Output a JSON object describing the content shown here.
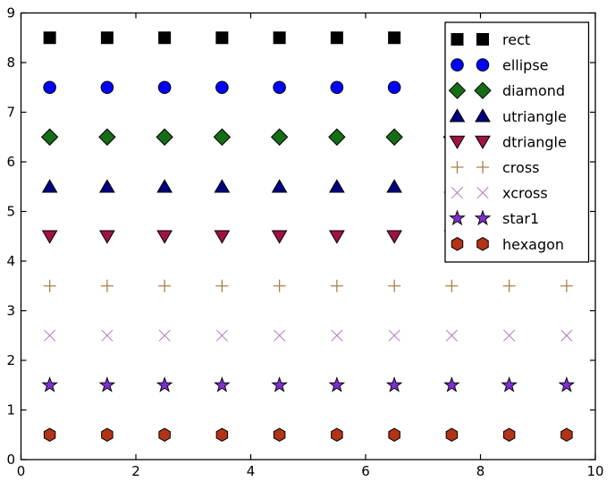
{
  "chart_data": {
    "type": "scatter",
    "title": "",
    "xlabel": "",
    "ylabel": "",
    "xlim": [
      0,
      10
    ],
    "ylim": [
      0,
      9
    ],
    "grid": false,
    "background": "#ffffff",
    "axis_color": "#000000",
    "x_ticks": [
      0,
      2,
      4,
      6,
      8,
      10
    ],
    "x_tick_labels": [
      "0",
      "2",
      "4",
      "6",
      "8",
      "10"
    ],
    "y_ticks": [
      0,
      1,
      2,
      3,
      4,
      5,
      6,
      7,
      8,
      9
    ],
    "y_tick_labels": [
      "0",
      "1",
      "2",
      "3",
      "4",
      "5",
      "6",
      "7",
      "8",
      "9"
    ],
    "x": [
      0.5,
      1.5,
      2.5,
      3.5,
      4.5,
      5.5,
      6.5,
      7.5,
      8.5,
      9.5
    ],
    "series": [
      {
        "name": "rect",
        "marker": "rect",
        "y": 8.5,
        "color": "#000000"
      },
      {
        "name": "ellipse",
        "marker": "ellipse",
        "y": 7.5,
        "color": "#0000ff"
      },
      {
        "name": "diamond",
        "marker": "diamond",
        "y": 6.5,
        "color": "#156d15"
      },
      {
        "name": "utriangle",
        "marker": "utriangle",
        "y": 5.5,
        "color": "#000080"
      },
      {
        "name": "dtriangle",
        "marker": "dtriangle",
        "y": 4.5,
        "color": "#a01245"
      },
      {
        "name": "cross",
        "marker": "cross",
        "y": 3.5,
        "color": "#a8814c"
      },
      {
        "name": "xcross",
        "marker": "xcross",
        "y": 2.5,
        "color": "#b274c2"
      },
      {
        "name": "star1",
        "marker": "star1",
        "y": 1.5,
        "color": "#7d2fd0"
      },
      {
        "name": "hexagon",
        "marker": "hexagon",
        "y": 0.5,
        "color": "#b23315"
      }
    ],
    "legend": {
      "position": "upper right",
      "markers_per_entry": 2,
      "entries": [
        "rect",
        "ellipse",
        "diamond",
        "utriangle",
        "dtriangle",
        "cross",
        "xcross",
        "star1",
        "hexagon"
      ]
    }
  }
}
